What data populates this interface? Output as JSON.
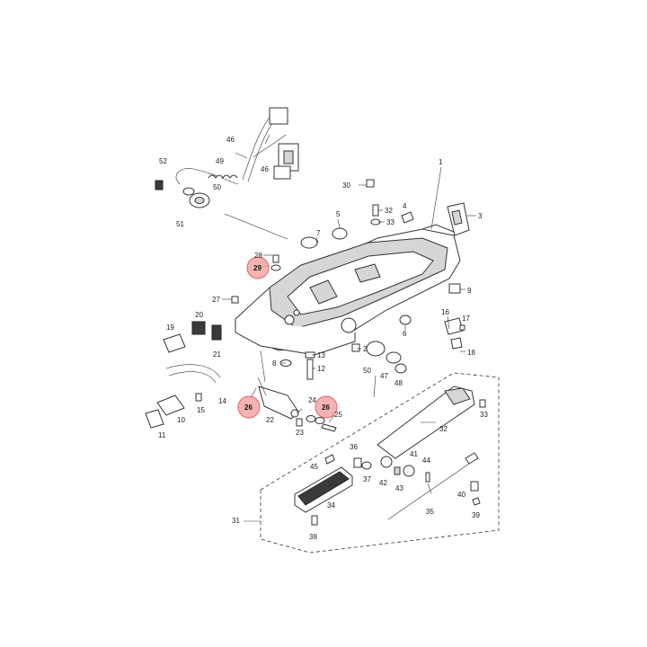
{
  "labels": {
    "p1": "1",
    "p2": "2",
    "p3": "3",
    "p4": "4",
    "p5": "5",
    "p6": "6",
    "p7": "7",
    "p8": "8",
    "p9": "9",
    "p10": "10",
    "p11": "11",
    "p12": "12",
    "p13": "13",
    "p14": "14",
    "p15": "15",
    "p16": "16",
    "p17": "17",
    "p18": "18",
    "p19": "19",
    "p20": "20",
    "p21": "21",
    "p22": "22",
    "p23": "23",
    "p24": "24",
    "p25": "25",
    "p26a": "26",
    "p26b": "26",
    "p27": "27",
    "p28": "28",
    "p29": "29",
    "p30": "30",
    "p31": "31",
    "p32": "32",
    "p32b": "32",
    "p33": "33",
    "p33b": "33",
    "p34": "34",
    "p35": "35",
    "p36": "36",
    "p37": "37",
    "p38": "38",
    "p39": "39",
    "p40": "40",
    "p41": "41",
    "p42": "42",
    "p43": "43",
    "p44": "44",
    "p45": "45",
    "p46a": "46",
    "p46b": "46",
    "p47": "47",
    "p48": "48",
    "p49": "49",
    "p50a": "50",
    "p50b": "50",
    "p51": "51",
    "p52": "52"
  },
  "highlight_color": "#f49a9a"
}
